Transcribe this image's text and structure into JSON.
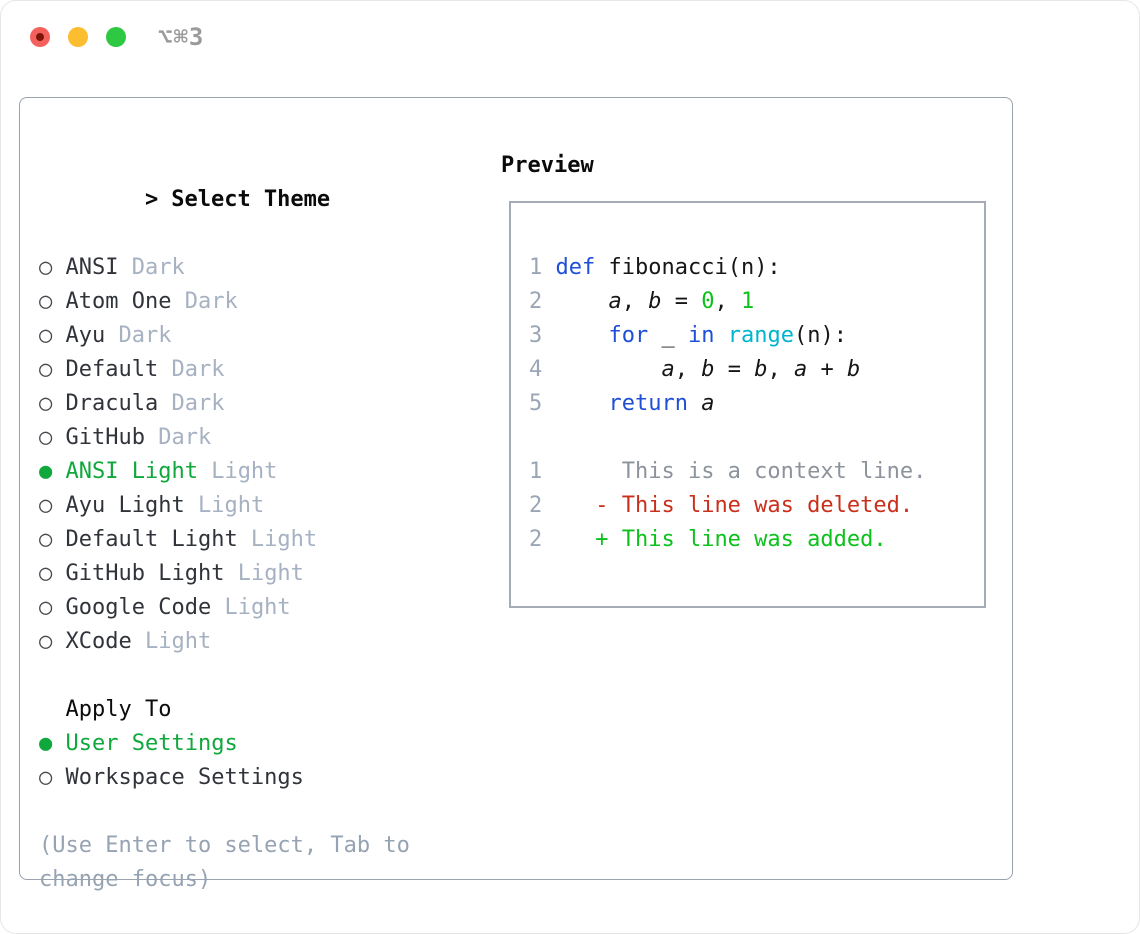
{
  "window": {
    "shortcut": "⌥⌘3"
  },
  "icons": {
    "radio_unselected": "○",
    "radio_selected": "●",
    "prompt": ">"
  },
  "theme_selector": {
    "title": "Select Theme",
    "items": [
      {
        "name": "ANSI",
        "variant": "Dark",
        "selected": false
      },
      {
        "name": "Atom One",
        "variant": "Dark",
        "selected": false
      },
      {
        "name": "Ayu",
        "variant": "Dark",
        "selected": false
      },
      {
        "name": "Default",
        "variant": "Dark",
        "selected": false
      },
      {
        "name": "Dracula",
        "variant": "Dark",
        "selected": false
      },
      {
        "name": "GitHub",
        "variant": "Dark",
        "selected": false
      },
      {
        "name": "ANSI Light",
        "variant": "Light",
        "selected": true
      },
      {
        "name": "Ayu Light",
        "variant": "Light",
        "selected": false
      },
      {
        "name": "Default Light",
        "variant": "Light",
        "selected": false
      },
      {
        "name": "GitHub Light",
        "variant": "Light",
        "selected": false
      },
      {
        "name": "Google Code",
        "variant": "Light",
        "selected": false
      },
      {
        "name": "XCode",
        "variant": "Light",
        "selected": false
      }
    ],
    "apply_to": {
      "title": "Apply To",
      "options": [
        {
          "label": "User Settings",
          "selected": true
        },
        {
          "label": "Workspace Settings",
          "selected": false
        }
      ]
    },
    "help": "(Use Enter to select, Tab to change focus)"
  },
  "preview": {
    "title": "Preview",
    "code_lines": [
      {
        "num": "1",
        "tokens": [
          {
            "c": "kw",
            "t": "def"
          },
          {
            "c": "plain",
            "t": " fibonacci(n):"
          }
        ]
      },
      {
        "num": "2",
        "tokens": [
          {
            "c": "plain",
            "t": "    "
          },
          {
            "c": "var",
            "t": "a"
          },
          {
            "c": "plain",
            "t": ", "
          },
          {
            "c": "var",
            "t": "b"
          },
          {
            "c": "plain",
            "t": " = "
          },
          {
            "c": "num",
            "t": "0"
          },
          {
            "c": "plain",
            "t": ", "
          },
          {
            "c": "num",
            "t": "1"
          }
        ]
      },
      {
        "num": "3",
        "tokens": [
          {
            "c": "plain",
            "t": "    "
          },
          {
            "c": "kw",
            "t": "for"
          },
          {
            "c": "plain",
            "t": " _ "
          },
          {
            "c": "kw",
            "t": "in"
          },
          {
            "c": "plain",
            "t": " "
          },
          {
            "c": "fn",
            "t": "range"
          },
          {
            "c": "plain",
            "t": "(n):"
          }
        ]
      },
      {
        "num": "4",
        "tokens": [
          {
            "c": "plain",
            "t": "        "
          },
          {
            "c": "var",
            "t": "a"
          },
          {
            "c": "plain",
            "t": ", "
          },
          {
            "c": "var",
            "t": "b"
          },
          {
            "c": "plain",
            "t": " = "
          },
          {
            "c": "var",
            "t": "b"
          },
          {
            "c": "plain",
            "t": ", "
          },
          {
            "c": "var",
            "t": "a"
          },
          {
            "c": "plain",
            "t": " + "
          },
          {
            "c": "var",
            "t": "b"
          }
        ]
      },
      {
        "num": "5",
        "tokens": [
          {
            "c": "plain",
            "t": "    "
          },
          {
            "c": "kw",
            "t": "return"
          },
          {
            "c": "plain",
            "t": " "
          },
          {
            "c": "var",
            "t": "a"
          }
        ]
      }
    ],
    "diff_lines": [
      {
        "num": "1",
        "tokens": [
          {
            "c": "ctx",
            "t": "     This is a context line."
          }
        ]
      },
      {
        "num": "2",
        "tokens": [
          {
            "c": "del",
            "t": "   - This line was deleted."
          }
        ]
      },
      {
        "num": "2",
        "tokens": [
          {
            "c": "add",
            "t": "   + This line was added."
          }
        ]
      }
    ]
  },
  "colors": {
    "keyword": "#1e4fd6",
    "function": "#00b4cd",
    "number": "#0cc11c",
    "added": "#0cc11c",
    "deleted": "#c9301c",
    "context": "#8c939c",
    "line_number": "#9aa5b6",
    "selection_green": "#10a73c",
    "variant_label": "#a6b1c2",
    "help_text": "#96a3b2",
    "traffic_red": "#f4615c",
    "traffic_yellow": "#fcbd2f",
    "traffic_green": "#2ec843"
  }
}
